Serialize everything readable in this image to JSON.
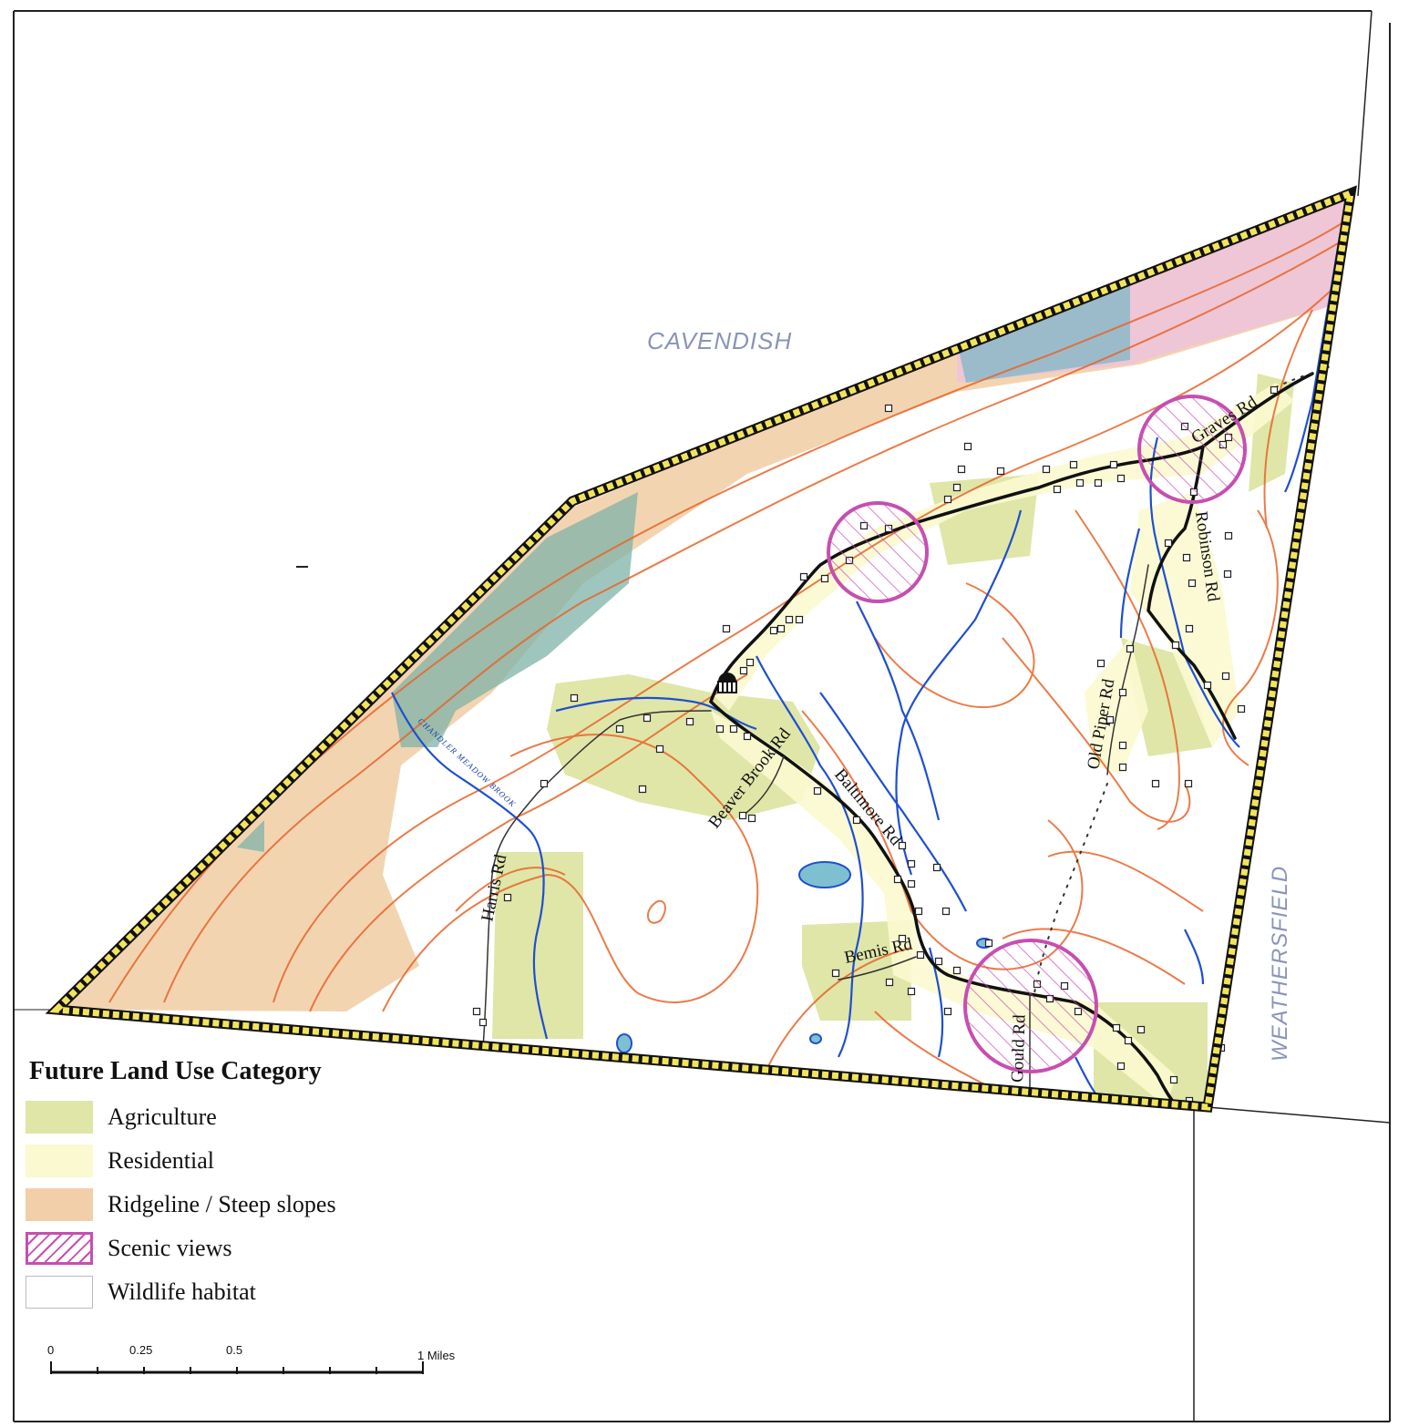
{
  "map": {
    "towns": {
      "north": "CAVENDISH",
      "east": "WEATHERSFIELD"
    },
    "roads": [
      {
        "id": "graves",
        "label": "Graves Rd"
      },
      {
        "id": "robinson",
        "label": "Robinson Rd"
      },
      {
        "id": "old-piper",
        "label": "Old Piper Rd"
      },
      {
        "id": "beaver-brook",
        "label": "Beaver Brook Rd"
      },
      {
        "id": "baltimore",
        "label": "Baltimore Rd"
      },
      {
        "id": "harris",
        "label": "Harris Rd"
      },
      {
        "id": "bemis",
        "label": "Bemis Rd"
      },
      {
        "id": "gould",
        "label": "Gould Rd"
      }
    ],
    "brook_label": "CHANDLER MEADOW BROOK",
    "colors": {
      "agriculture": "#dfe6a8",
      "residential": "#fbf9cf",
      "ridgeline": "#f2cfa8",
      "scenic": "#c64fb0",
      "wildlife": "#e8e8e8",
      "boundary_fill": "#f2e45a",
      "contour": "#e8642a",
      "stream": "#1f4fcf",
      "forest_blue": "#86b8c8"
    }
  },
  "legend": {
    "title": "Future Land Use Category",
    "items": [
      {
        "label": "Agriculture",
        "key": "agriculture"
      },
      {
        "label": "Residential",
        "key": "residential"
      },
      {
        "label": "Ridgeline / Steep slopes",
        "key": "ridgeline"
      },
      {
        "label": "Scenic views",
        "key": "scenic"
      },
      {
        "label": "Wildlife habitat",
        "key": "wildlife"
      }
    ]
  },
  "scale": {
    "ticks": [
      "0",
      "0.25",
      "0.5",
      "1 Miles"
    ]
  }
}
